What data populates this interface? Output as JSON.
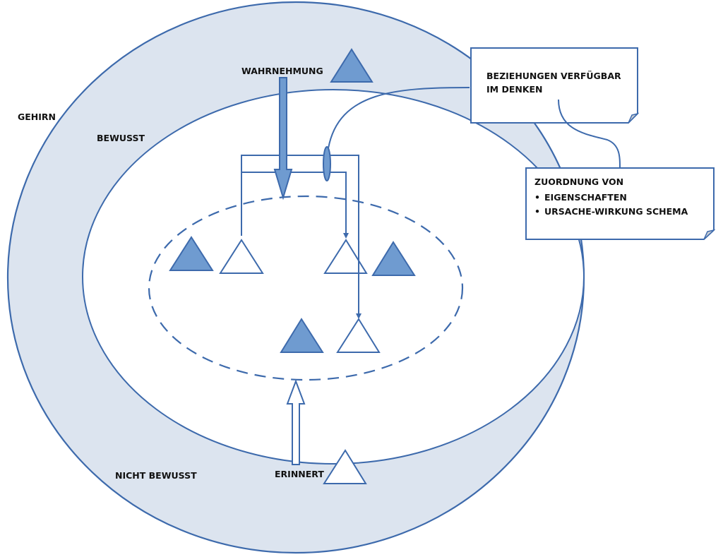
{
  "colors": {
    "outline": "#3d6aac",
    "fill_blue": "#6f9bd0",
    "outer_ring": "#dce4ef",
    "white": "#ffffff",
    "fold": "#c8cdd4"
  },
  "labels": {
    "brain": "GEHIRN",
    "conscious": "BEWUSST",
    "unconscious": "NICHT BEWUSST",
    "perception": "WAHRNEHMUNG",
    "remembered": "ERINNERT"
  },
  "callouts": {
    "relations": {
      "lines": [
        "BEZIEHUNGEN VERFÜGBAR",
        "IM DENKEN"
      ]
    },
    "assignment": {
      "title": "ZUORDNUNG VON",
      "bullet": "•",
      "items": [
        "EIGENSCHAFTEN",
        "URSACHE-WIRKUNG SCHEMA"
      ]
    }
  }
}
